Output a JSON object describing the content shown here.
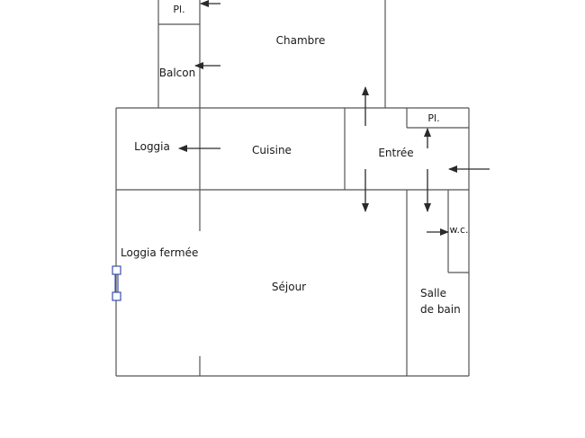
{
  "rooms": {
    "pl_top": "Pl.",
    "chambre": "Chambre",
    "balcon": "Balcon",
    "pl_entree": "Pl.",
    "loggia": "Loggia",
    "cuisine": "Cuisine",
    "entree": "Entrée",
    "wc": "w.c.",
    "loggia_fermee": "Loggia fermée",
    "sejour": "Séjour",
    "salle_line1": "Salle",
    "salle_line2": "de bain"
  },
  "colors": {
    "wall": "#555555",
    "arrow": "#2a2a2a",
    "handle": "#3b4fa8"
  }
}
